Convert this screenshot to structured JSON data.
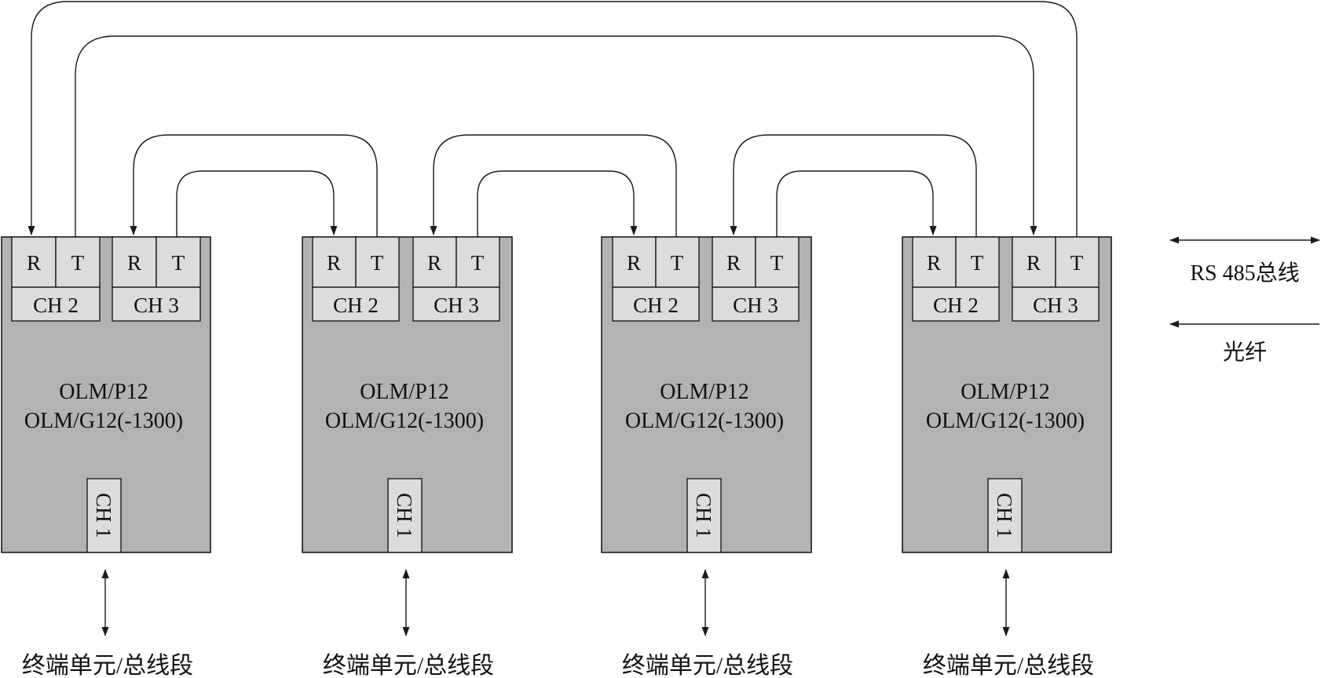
{
  "modules": [
    {
      "model_line1": "OLM/P12",
      "model_line2": "OLM/G12(-1300)",
      "ports": [
        {
          "channel": "CH 2",
          "receive": "R",
          "transmit": "T"
        },
        {
          "channel": "CH 3",
          "receive": "R",
          "transmit": "T"
        }
      ],
      "bottom_channel": "CH 1",
      "bottom_label": "终端单元/总线段"
    },
    {
      "model_line1": "OLM/P12",
      "model_line2": "OLM/G12(-1300)",
      "ports": [
        {
          "channel": "CH 2",
          "receive": "R",
          "transmit": "T"
        },
        {
          "channel": "CH 3",
          "receive": "R",
          "transmit": "T"
        }
      ],
      "bottom_channel": "CH 1",
      "bottom_label": "终端单元/总线段"
    },
    {
      "model_line1": "OLM/P12",
      "model_line2": "OLM/G12(-1300)",
      "ports": [
        {
          "channel": "CH 2",
          "receive": "R",
          "transmit": "T"
        },
        {
          "channel": "CH 3",
          "receive": "R",
          "transmit": "T"
        }
      ],
      "bottom_channel": "CH 1",
      "bottom_label": "终端单元/总线段"
    },
    {
      "model_line1": "OLM/P12",
      "model_line2": "OLM/G12(-1300)",
      "ports": [
        {
          "channel": "CH 2",
          "receive": "R",
          "transmit": "T"
        },
        {
          "channel": "CH 3",
          "receive": "R",
          "transmit": "T"
        }
      ],
      "bottom_channel": "CH 1",
      "bottom_label": "终端单元/总线段"
    }
  ],
  "legend": {
    "rs485_label": "RS 485总线",
    "fiber_label": "光纤"
  }
}
